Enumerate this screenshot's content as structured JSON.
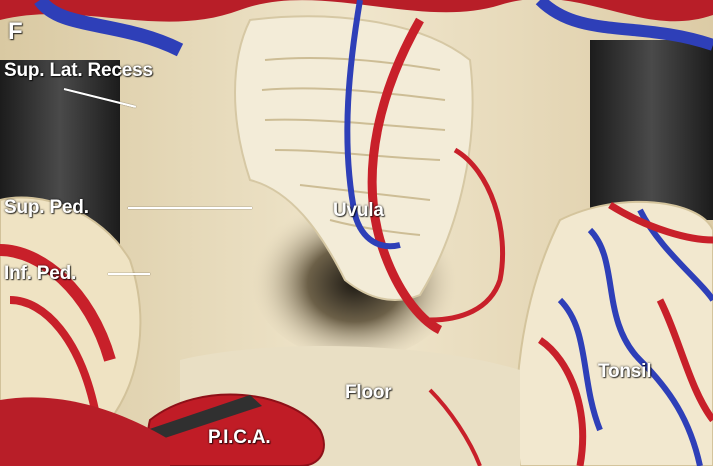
{
  "figure": {
    "panel_letter": "F",
    "labels": {
      "sup_lat_recess": "Sup. Lat. Recess",
      "sup_ped": "Sup.  Ped.",
      "inf_ped": "Inf. Ped.",
      "uvula": "Uvula",
      "tonsil": "Tonsil",
      "floor": "Floor",
      "pica": "P.I.C.A."
    }
  },
  "colors": {
    "tissue": "#efe6cf",
    "artery": "#c8202a",
    "vein": "#2e3fb8",
    "retractor": "#2a2a2a",
    "label": "#ffffff"
  }
}
